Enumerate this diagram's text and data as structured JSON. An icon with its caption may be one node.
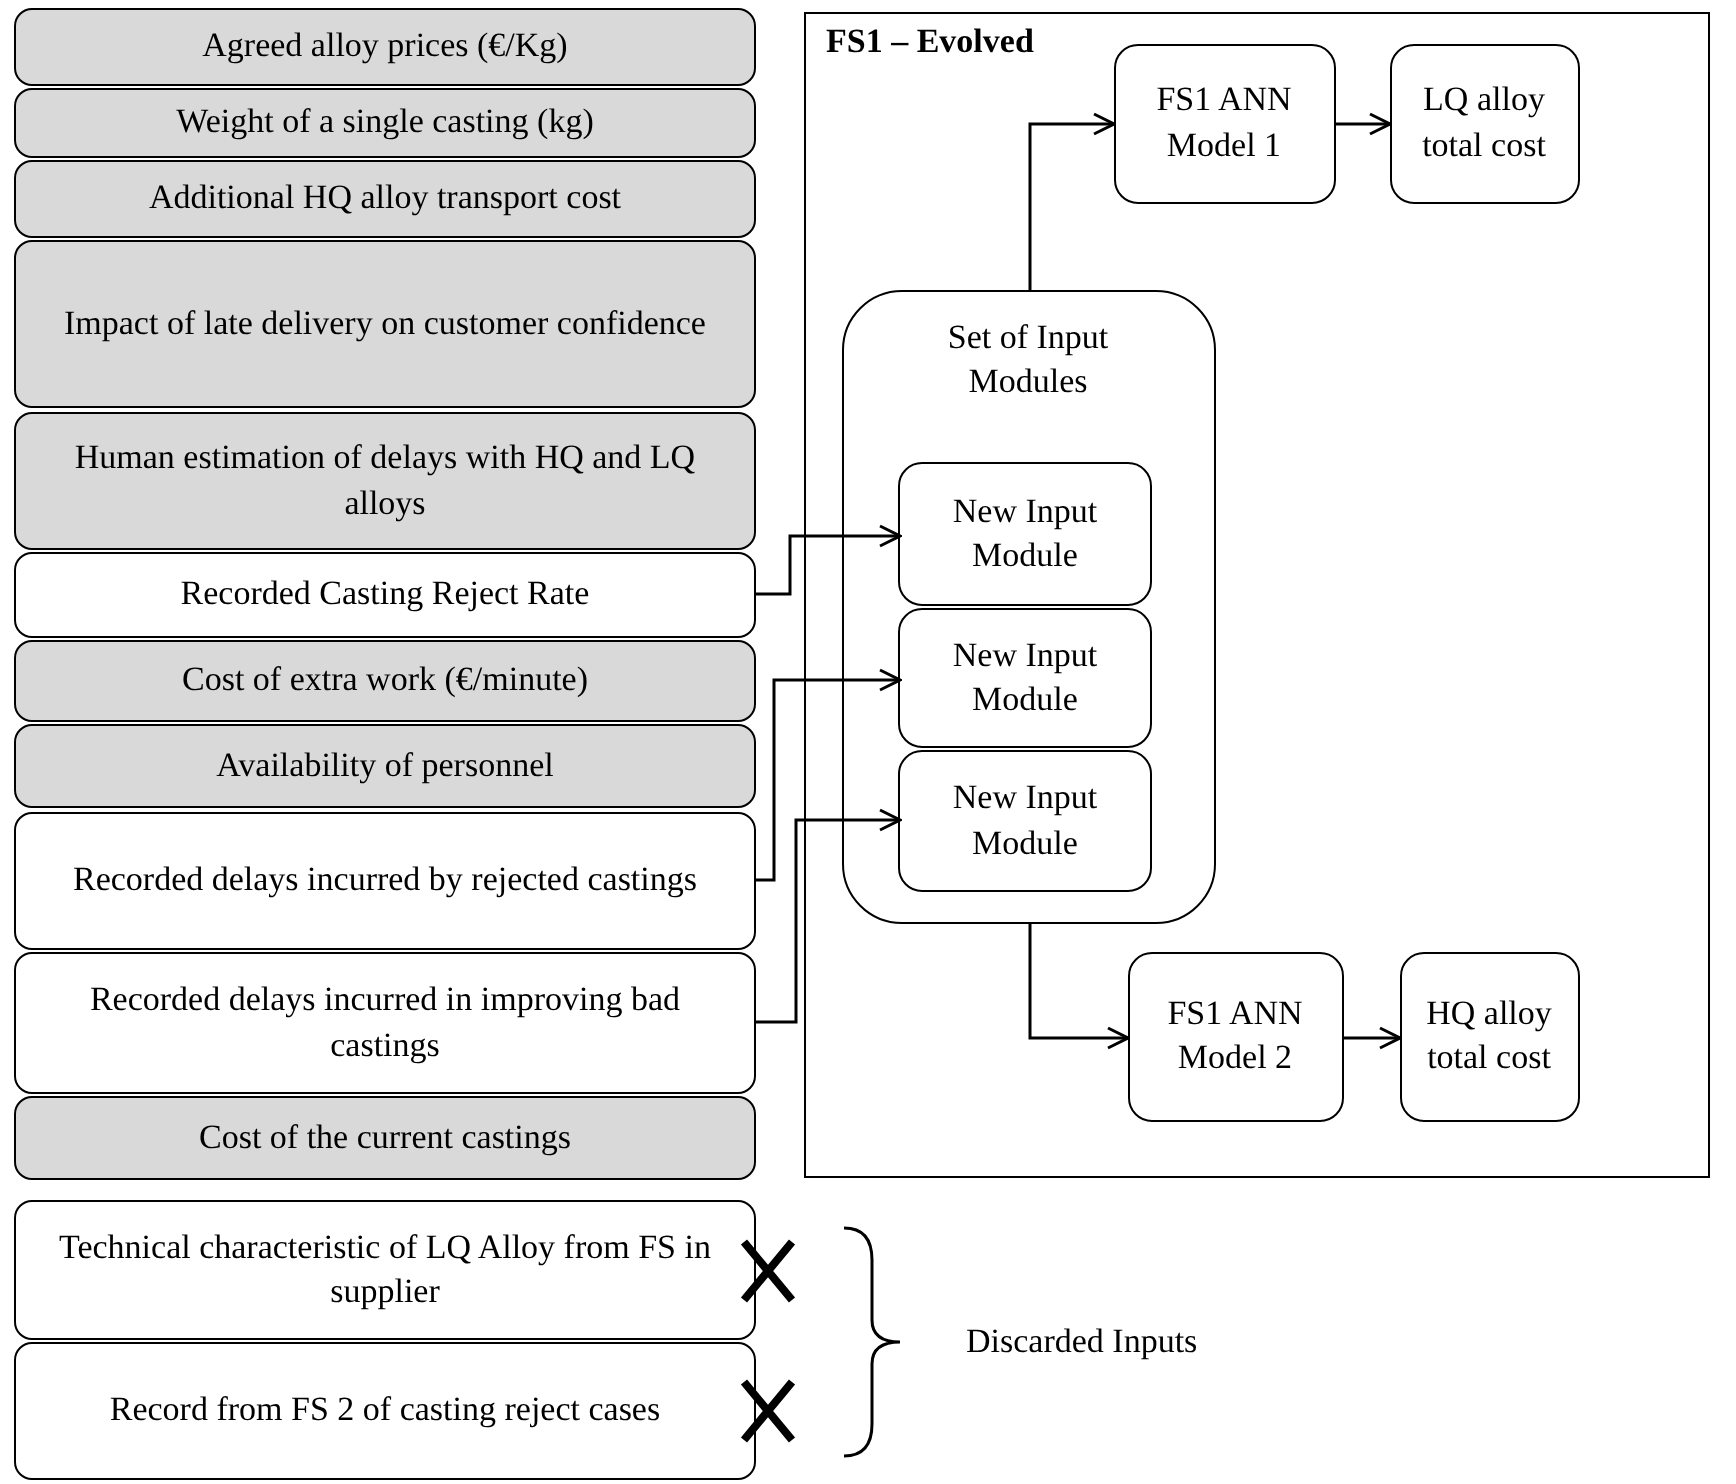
{
  "diagram": {
    "nodes": [
      {
        "text": [
          "Agreed alloy prices (€/Kg)"
        ]
      },
      {
        "text": [
          "Weight of a single casting (kg)"
        ]
      },
      {
        "text": [
          "Additional HQ alloy transport cost"
        ]
      },
      {
        "text": [
          "Impact of late delivery on customer confidence"
        ]
      },
      {
        "text": [
          "Human estimation of delays with HQ and LQ alloys"
        ]
      },
      {
        "text": [
          "Recorded Casting Reject Rate"
        ]
      },
      {
        "text": [
          "Cost of extra work (€/minute)"
        ]
      },
      {
        "text": [
          "Availability of personnel"
        ]
      },
      {
        "text": [
          "Recorded delays incurred by rejected castings"
        ]
      },
      {
        "text": [
          "Recorded delays incurred in improving bad castings"
        ]
      },
      {
        "text": [
          "Cost of the current castings"
        ]
      },
      {
        "text": [
          "Technical characteristic of LQ Alloy from FS in supplier"
        ]
      },
      {
        "text": [
          "Record from FS 2 of casting reject cases"
        ]
      },
      {
        "text": [
          "FS1 – Evolved"
        ]
      },
      {
        "text": [
          "Set of Input Modules"
        ],
        "in": 13
      },
      {
        "text": [
          "New Input Module"
        ],
        "in": 14
      },
      {
        "text": [
          "New Input Module"
        ],
        "in": 14
      },
      {
        "text": [
          "New Input Module"
        ],
        "in": 14
      },
      {
        "text": [
          "FS1 ANN Model 1"
        ],
        "in": 13
      },
      {
        "text": [
          "LQ alloy total cost"
        ],
        "in": 13
      },
      {
        "text": [
          "FS1 ANN Model 2"
        ],
        "in": 13
      },
      {
        "text": [
          "HQ alloy total cost"
        ],
        "in": 13
      }
    ],
    "edges": [
      {
        "from": 5,
        "to": 15,
        "arrow": "to"
      },
      {
        "from": 8,
        "to": 16,
        "arrow": "to"
      },
      {
        "from": 9,
        "to": 17,
        "arrow": "to"
      },
      {
        "from": 14,
        "to": 18,
        "arrow": "to"
      },
      {
        "from": 18,
        "to": 19,
        "arrow": "to"
      },
      {
        "from": 14,
        "to": 20,
        "arrow": "to"
      },
      {
        "from": 20,
        "to": 21,
        "arrow": "to"
      }
    ],
    "labels": [
      "Discarded Inputs"
    ]
  }
}
